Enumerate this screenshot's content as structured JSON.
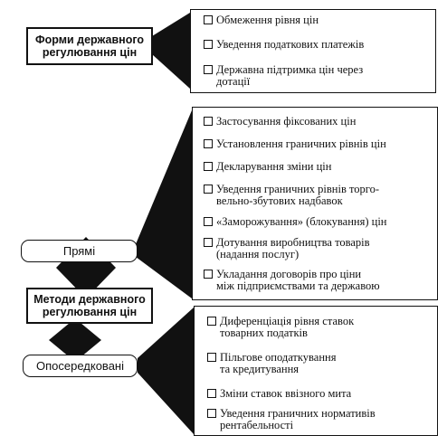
{
  "forms": {
    "title": "Форми державного\nрегулювання цін",
    "items": [
      "Обмеження рівня цін",
      "Уведення податкових платежів",
      "Державна підтримка цін через\nдотації"
    ]
  },
  "direct": {
    "label": "Прямі",
    "items": [
      "Застосування фіксованих цін",
      "Установлення граничних рівнів цін",
      "Декларування зміни цін",
      "Уведення граничних рівнів торго-\nвельно-збутових надбавок",
      "«Заморожування» (блокування) цін",
      "Дотування виробництва товарів\n(надання послуг)",
      "Укладання договорів про ціни\nміж підприємствами та державою"
    ]
  },
  "methods": {
    "title": "Методи державного\nрегулювання цін"
  },
  "indirect": {
    "label": "Опосередковані",
    "items": [
      "Диференціація рівня ставок\nтоварних податків",
      "Пільгове оподаткування\nта кредитування",
      "Зміни ставок ввізного мита",
      "Уведення граничних нормативів\nрентабельності"
    ]
  }
}
